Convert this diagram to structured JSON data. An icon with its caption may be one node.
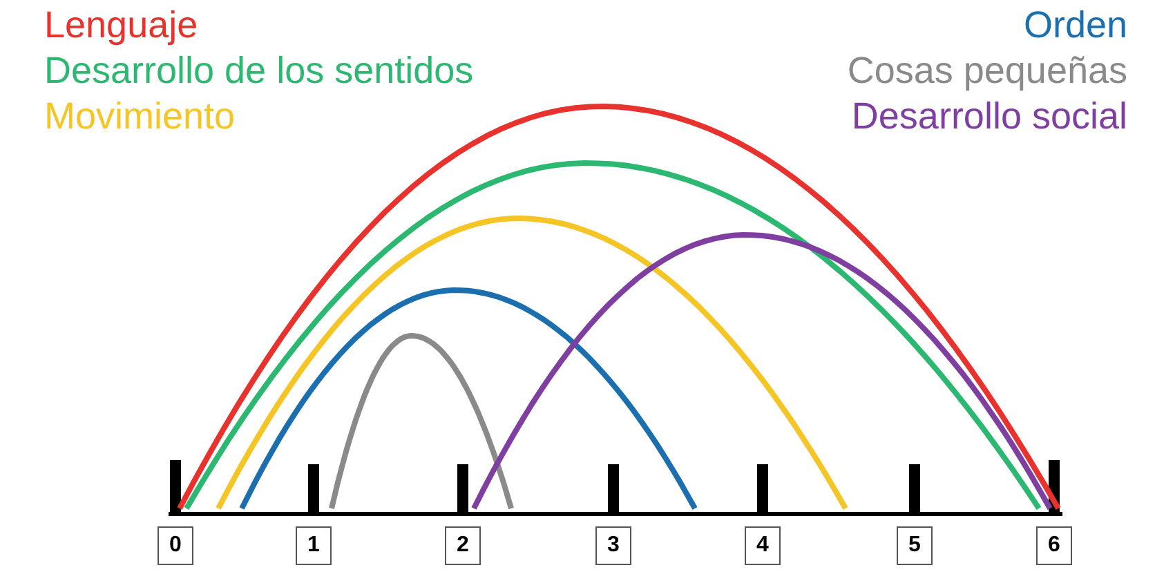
{
  "diagram": {
    "nodes": [
      {
        "text": [
          "0"
        ]
      },
      {
        "text": [
          "1"
        ]
      },
      {
        "text": [
          "2"
        ]
      },
      {
        "text": [
          "3"
        ]
      },
      {
        "text": [
          "4"
        ]
      },
      {
        "text": [
          "5"
        ]
      },
      {
        "text": [
          "6"
        ]
      }
    ],
    "legend": [
      {
        "text": "Lenguaje",
        "color": "#e8322e"
      },
      {
        "text": "Orden",
        "color": "#1b6fae"
      },
      {
        "text": "Desarrollo de los sentidos",
        "color": "#2db872"
      },
      {
        "text": "Cosas pequeñas",
        "color": "#8a8a8a"
      },
      {
        "text": "Movimiento",
        "color": "#f5c526"
      },
      {
        "text": "Desarrollo social",
        "color": "#7e3fa1"
      }
    ]
  }
}
